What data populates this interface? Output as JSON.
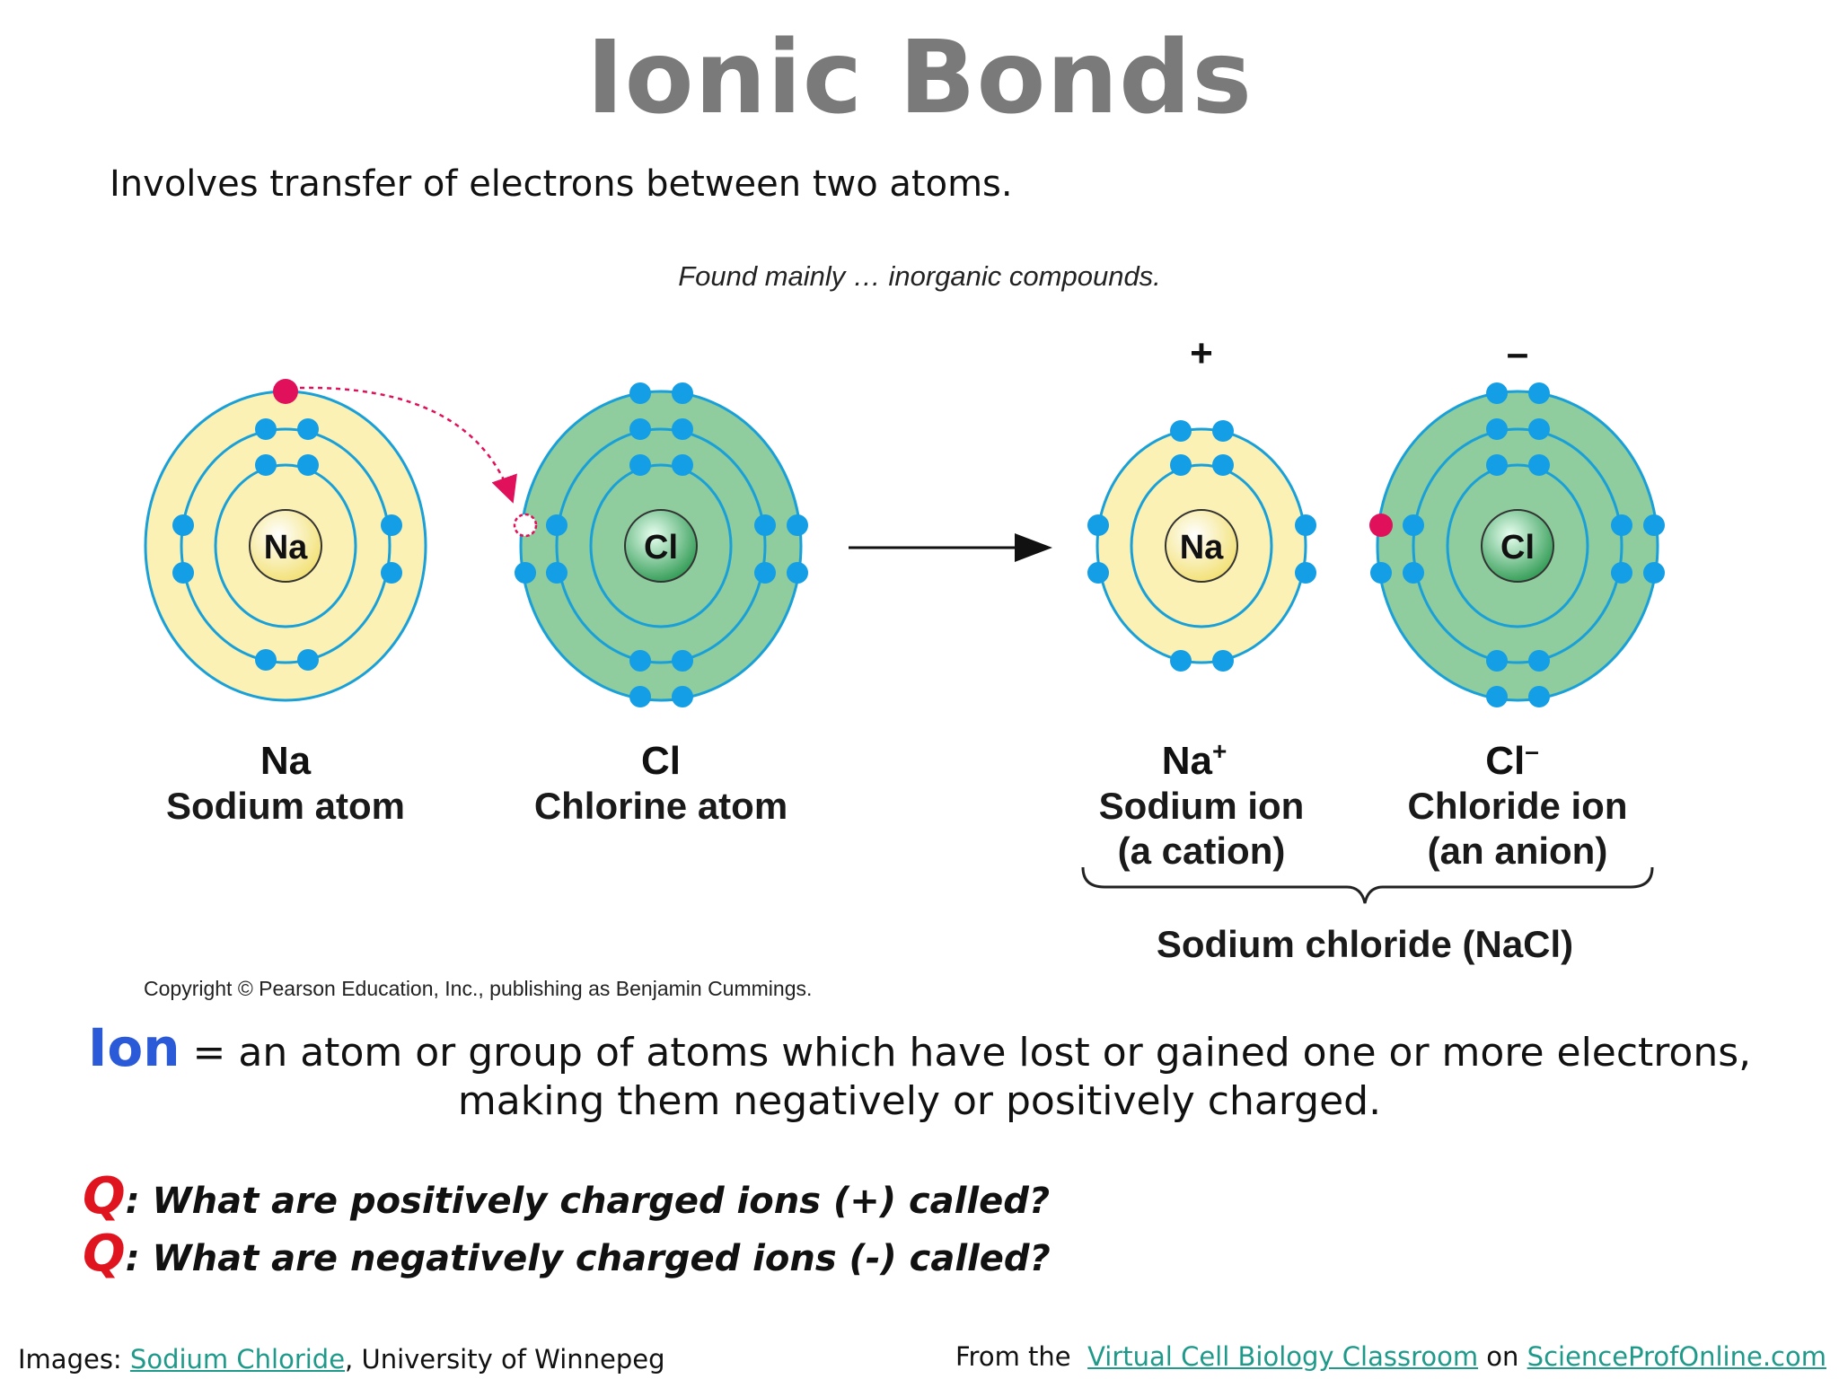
{
  "title": "Ionic Bonds",
  "subtitle": "Involves transfer of electrons between two atoms.",
  "note": "Found mainly … inorganic compounds.",
  "diagram": {
    "atoms": [
      {
        "nucleus": "Na",
        "symbol": "Na",
        "name": "Sodium atom"
      },
      {
        "nucleus": "Cl",
        "symbol": "Cl",
        "name": "Chlorine atom"
      },
      {
        "nucleus": "Na",
        "symbol": "Na",
        "sup": "+",
        "name": "Sodium ion",
        "desc": "(a cation)",
        "charge": "+"
      },
      {
        "nucleus": "Cl",
        "symbol": "Cl",
        "sup": "–",
        "name": "Chloride ion",
        "desc": "(an anion)",
        "charge": "–"
      }
    ],
    "compound": "Sodium chloride (NaCl)",
    "colors": {
      "sodium_fill": "#fbf1b5",
      "chlorine_fill": "#8fcc9e",
      "shell": "#1aa0d8",
      "electron": "#139ee6",
      "transferred_electron": "#e0105a"
    }
  },
  "copyright": "Copyright © Pearson Education, Inc., publishing as Benjamin Cummings.",
  "definition": {
    "term": "Ion",
    "line1": " = an atom or group of atoms which have lost or gained one or more electrons,",
    "line2": "making them negatively or positively charged."
  },
  "questions": [
    {
      "marker": "Q",
      "text": ": What are positively charged ions (+) called?"
    },
    {
      "marker": "Q",
      "text": ": What are negatively charged ions (-) called?"
    }
  ],
  "footer": {
    "left_prefix": "Images: ",
    "left_link": "Sodium Chloride",
    "left_suffix": ", University of Winnepeg",
    "right_prefix": "From the  ",
    "right_link1": "Virtual Cell Biology Classroom",
    "right_mid": " on ",
    "right_link2": "ScienceProfOnline.com"
  }
}
